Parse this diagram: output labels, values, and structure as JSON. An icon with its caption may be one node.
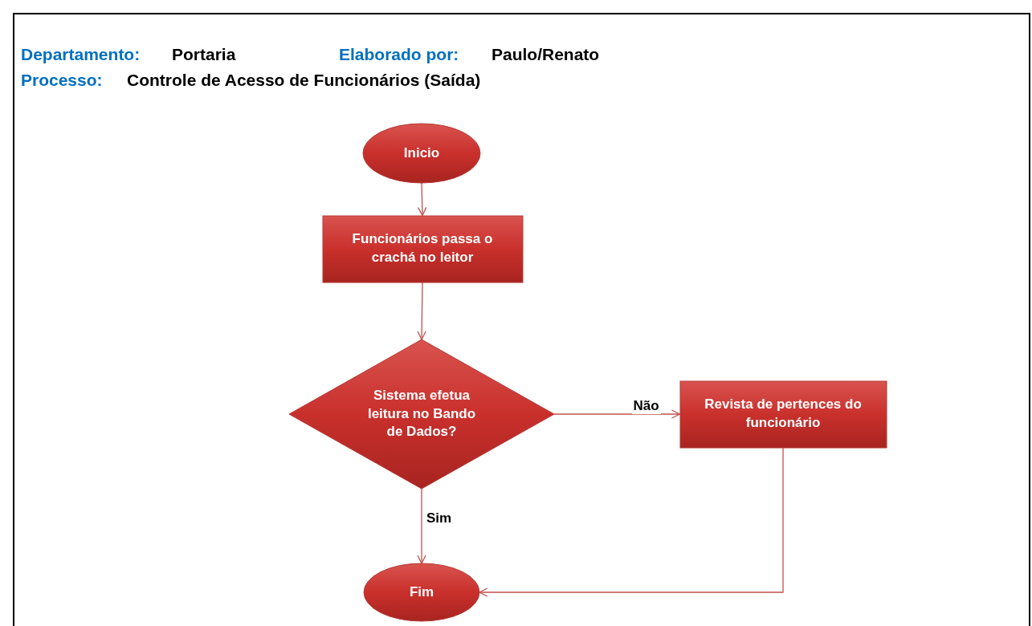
{
  "diagram": {
    "nodes": [
      {
        "text": [
          "Inicio"
        ]
      },
      {
        "text": [
          "Funcionários passa o crachá no leitor"
        ]
      },
      {
        "text": [
          "Sistema efetua leitura no Bando de Dados?"
        ]
      },
      {
        "text": [
          "Revista de pertences do funcionário"
        ]
      },
      {
        "text": [
          "Fim"
        ]
      }
    ],
    "edges": [
      {
        "from": 0,
        "to": 1,
        "arrow": "to"
      },
      {
        "from": 1,
        "to": 2,
        "arrow": "to"
      },
      {
        "from": 2,
        "to": 3,
        "arrow": "to",
        "label": "Não"
      },
      {
        "from": 2,
        "to": 4,
        "arrow": "to",
        "label": "Sim"
      },
      {
        "from": 3,
        "to": 4,
        "arrow": "to"
      }
    ],
    "labels": [
      "Departamento:",
      "Portaria",
      "Elaborado por:",
      "Paulo/Renato",
      "Processo:",
      "Controle de Acesso de Funcionários (Saída)"
    ]
  }
}
